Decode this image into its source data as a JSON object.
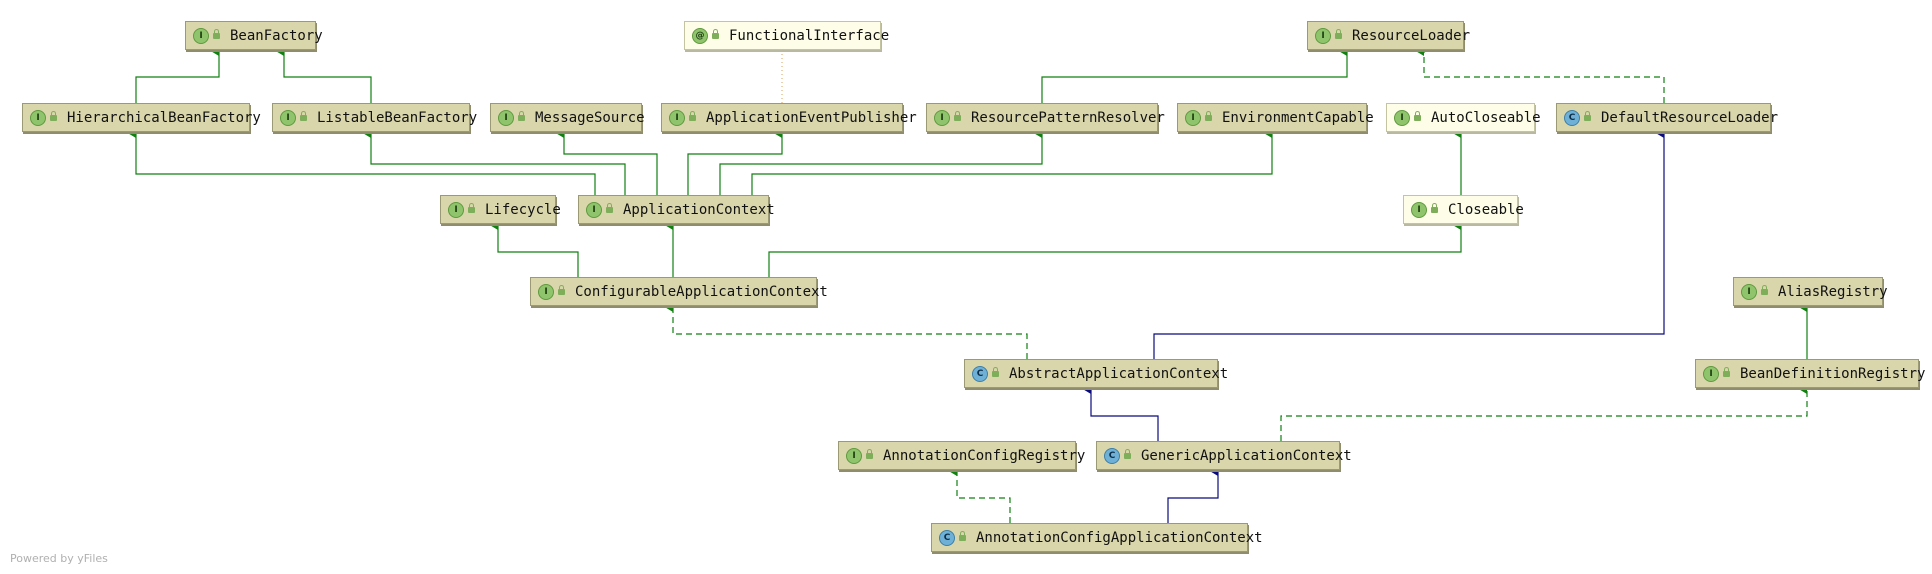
{
  "colors": {
    "implements_edge": "#118011",
    "extends_edge": "#0b0b7d",
    "annotation_edge": "#e0b070",
    "node_fill": "#d9d6ac",
    "node_border": "#9c9a74",
    "plain_node_fill": "#fdfde8"
  },
  "nodes": [
    {
      "id": "BeanFactory",
      "label": "BeanFactory",
      "kind": "interface",
      "icon": "interface-icon"
    },
    {
      "id": "FunctionalInterface",
      "label": "FunctionalInterface",
      "kind": "annotation",
      "icon": "annotation-icon"
    },
    {
      "id": "ResourceLoader",
      "label": "ResourceLoader",
      "kind": "interface",
      "icon": "interface-icon"
    },
    {
      "id": "HierarchicalBeanFactory",
      "label": "HierarchicalBeanFactory",
      "kind": "interface",
      "icon": "interface-icon"
    },
    {
      "id": "ListableBeanFactory",
      "label": "ListableBeanFactory",
      "kind": "interface",
      "icon": "interface-icon"
    },
    {
      "id": "MessageSource",
      "label": "MessageSource",
      "kind": "interface",
      "icon": "interface-icon"
    },
    {
      "id": "ApplicationEventPublisher",
      "label": "ApplicationEventPublisher",
      "kind": "interface",
      "icon": "interface-icon"
    },
    {
      "id": "ResourcePatternResolver",
      "label": "ResourcePatternResolver",
      "kind": "interface",
      "icon": "interface-icon"
    },
    {
      "id": "EnvironmentCapable",
      "label": "EnvironmentCapable",
      "kind": "interface",
      "icon": "interface-icon"
    },
    {
      "id": "AutoCloseable",
      "label": "AutoCloseable",
      "kind": "interface",
      "icon": "interface-icon"
    },
    {
      "id": "DefaultResourceLoader",
      "label": "DefaultResourceLoader",
      "kind": "class",
      "icon": "class-icon"
    },
    {
      "id": "Lifecycle",
      "label": "Lifecycle",
      "kind": "interface",
      "icon": "interface-icon"
    },
    {
      "id": "ApplicationContext",
      "label": "ApplicationContext",
      "kind": "interface",
      "icon": "interface-icon"
    },
    {
      "id": "Closeable",
      "label": "Closeable",
      "kind": "interface",
      "icon": "interface-icon"
    },
    {
      "id": "ConfigurableApplicationContext",
      "label": "ConfigurableApplicationContext",
      "kind": "interface",
      "icon": "interface-icon"
    },
    {
      "id": "AliasRegistry",
      "label": "AliasRegistry",
      "kind": "interface",
      "icon": "interface-icon"
    },
    {
      "id": "AbstractApplicationContext",
      "label": "AbstractApplicationContext",
      "kind": "class",
      "icon": "class-icon"
    },
    {
      "id": "BeanDefinitionRegistry",
      "label": "BeanDefinitionRegistry",
      "kind": "interface",
      "icon": "interface-icon"
    },
    {
      "id": "AnnotationConfigRegistry",
      "label": "AnnotationConfigRegistry",
      "kind": "interface",
      "icon": "interface-icon"
    },
    {
      "id": "GenericApplicationContext",
      "label": "GenericApplicationContext",
      "kind": "class",
      "icon": "class-icon"
    },
    {
      "id": "AnnotationConfigApplicationContext",
      "label": "AnnotationConfigApplicationContext",
      "kind": "class",
      "icon": "class-icon"
    }
  ],
  "edges": [
    {
      "from": "HierarchicalBeanFactory",
      "to": "BeanFactory",
      "type": "extends-interface"
    },
    {
      "from": "ListableBeanFactory",
      "to": "BeanFactory",
      "type": "extends-interface"
    },
    {
      "from": "ApplicationEventPublisher",
      "to": "FunctionalInterface",
      "type": "annotated"
    },
    {
      "from": "ResourcePatternResolver",
      "to": "ResourceLoader",
      "type": "extends-interface"
    },
    {
      "from": "DefaultResourceLoader",
      "to": "ResourceLoader",
      "type": "implements"
    },
    {
      "from": "ApplicationContext",
      "to": "HierarchicalBeanFactory",
      "type": "extends-interface"
    },
    {
      "from": "ApplicationContext",
      "to": "ListableBeanFactory",
      "type": "extends-interface"
    },
    {
      "from": "ApplicationContext",
      "to": "MessageSource",
      "type": "extends-interface"
    },
    {
      "from": "ApplicationContext",
      "to": "ApplicationEventPublisher",
      "type": "extends-interface"
    },
    {
      "from": "ApplicationContext",
      "to": "ResourcePatternResolver",
      "type": "extends-interface"
    },
    {
      "from": "ApplicationContext",
      "to": "EnvironmentCapable",
      "type": "extends-interface"
    },
    {
      "from": "Closeable",
      "to": "AutoCloseable",
      "type": "extends-interface"
    },
    {
      "from": "ConfigurableApplicationContext",
      "to": "Lifecycle",
      "type": "extends-interface"
    },
    {
      "from": "ConfigurableApplicationContext",
      "to": "ApplicationContext",
      "type": "extends-interface"
    },
    {
      "from": "ConfigurableApplicationContext",
      "to": "Closeable",
      "type": "extends-interface"
    },
    {
      "from": "AbstractApplicationContext",
      "to": "ConfigurableApplicationContext",
      "type": "implements"
    },
    {
      "from": "AbstractApplicationContext",
      "to": "DefaultResourceLoader",
      "type": "extends-class"
    },
    {
      "from": "BeanDefinitionRegistry",
      "to": "AliasRegistry",
      "type": "extends-interface"
    },
    {
      "from": "GenericApplicationContext",
      "to": "AbstractApplicationContext",
      "type": "extends-class"
    },
    {
      "from": "GenericApplicationContext",
      "to": "BeanDefinitionRegistry",
      "type": "implements"
    },
    {
      "from": "AnnotationConfigApplicationContext",
      "to": "AnnotationConfigRegistry",
      "type": "implements"
    },
    {
      "from": "AnnotationConfigApplicationContext",
      "to": "GenericApplicationContext",
      "type": "extends-class"
    }
  ],
  "watermark": "Powered by yFiles"
}
